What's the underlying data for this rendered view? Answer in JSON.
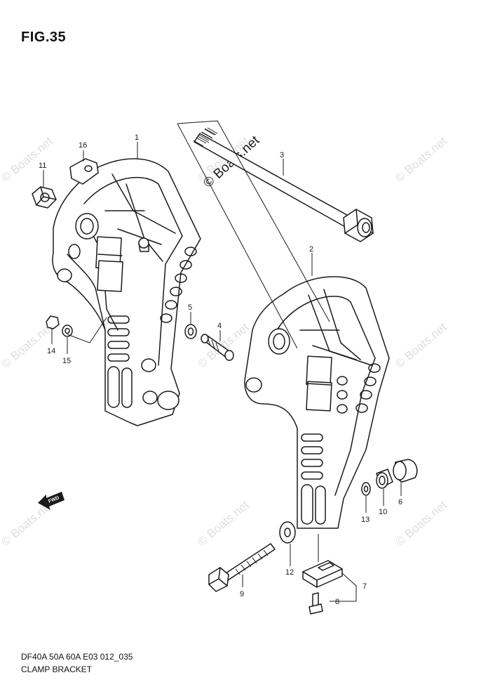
{
  "figure": {
    "title": "FIG.35",
    "code": "DF40A 50A 60A E03 012_035",
    "name": "CLAMP BRACKET"
  },
  "watermark": {
    "main": "© Boats.net",
    "tile": "© Boats.net"
  },
  "fwd_label": "FWD",
  "callouts": [
    "1",
    "2",
    "3",
    "4",
    "5",
    "6",
    "7",
    "8",
    "9",
    "10",
    "11",
    "12",
    "13",
    "14",
    "15",
    "16"
  ]
}
